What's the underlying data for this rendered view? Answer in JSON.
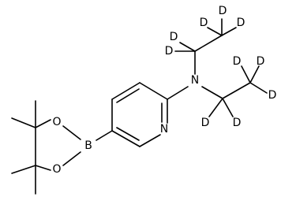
{
  "molecule": {
    "atom_labels": {
      "nitrogen_ring": "N",
      "nitrogen_amine": "N",
      "boron": "B",
      "oxygen_upper": "O",
      "oxygen_lower": "O",
      "deuterium": "D"
    }
  },
  "colors": {
    "bond": "#000000",
    "label": "#000000",
    "background": "#ffffff"
  }
}
